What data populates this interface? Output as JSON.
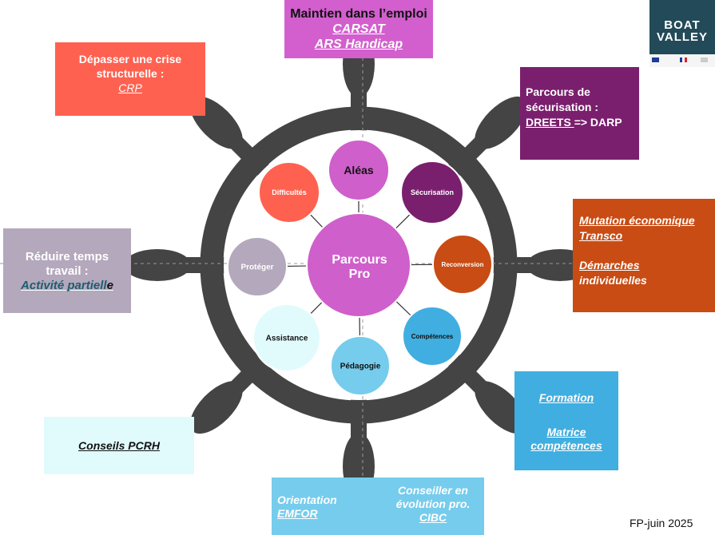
{
  "wheel": {
    "center": {
      "label_line1": "Parcours",
      "label_line2": "Pro",
      "color": "#cf5fcb"
    },
    "nodes": [
      {
        "label": "Aléas",
        "color": "#cf5fcb"
      },
      {
        "label": "Sécurisation",
        "color": "#7a1f6e"
      },
      {
        "label": "Reconversion",
        "color": "#c84c14"
      },
      {
        "label": "Compétences",
        "color": "#40aee0"
      },
      {
        "label": "Pédagogie",
        "color": "#76ccec"
      },
      {
        "label": "Assistance",
        "color": "#e1fbfd"
      },
      {
        "label": "Protéger",
        "color": "#b4a8bc"
      },
      {
        "label": "Difficultés",
        "color": "#ff6150"
      }
    ]
  },
  "boxes": {
    "top": {
      "title": "Maintien dans l’emploi",
      "link1": "CARSAT",
      "link2": "ARS Handicap"
    },
    "crise": {
      "line1": "Dépasser une crise",
      "line2": "structurelle :",
      "link": "CRP"
    },
    "secu": {
      "line1": "Parcours de",
      "line2": "sécurisation :",
      "link": "DREETS ",
      "suffix": "=> DARP"
    },
    "mutation": {
      "link1": "Mutation économique",
      "link2": "Transco",
      "link3": "Démarches",
      "line4": "individuelles"
    },
    "temps": {
      "line1": "Réduire temps",
      "line2": "travail :",
      "link": "Activité partiell",
      "tail": "e"
    },
    "pcrh": {
      "link": "Conseils PCRH"
    },
    "formation": {
      "link1": "Formation",
      "link2": "Matrice",
      "link3": "compétences"
    },
    "orientation": {
      "line1": "Orientation",
      "link1": "EMFOR",
      "line2": "Conseiller en",
      "line3": "évolution pro.",
      "link2": "CIBC"
    }
  },
  "logo": {
    "line1": "BOAT",
    "line2": "VALLEY"
  },
  "footer": {
    "text": "FP-juin 2025"
  }
}
